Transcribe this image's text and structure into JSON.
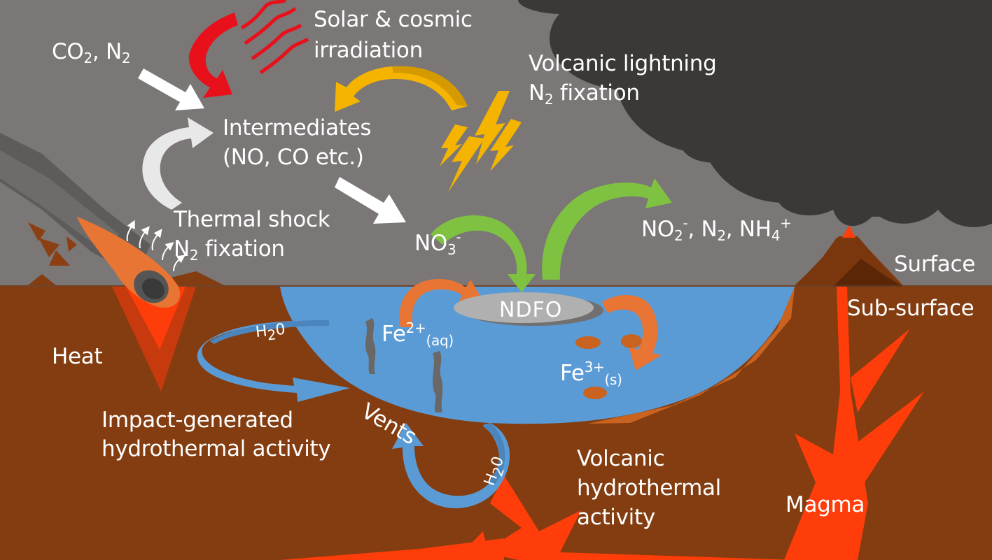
{
  "labels": {
    "co2_n2": {
      "a": "CO",
      "a_sub": "2",
      "b": ", N",
      "b_sub": "2"
    },
    "solar_line1": "Solar & cosmic",
    "solar_line2": "irradiation",
    "lightning_line1": "Volcanic lightning",
    "lightning_line2_a": "N",
    "lightning_line2_sub": "2",
    "lightning_line2_b": " fixation",
    "intermediates_line1": "Intermediates",
    "intermediates_line2": "(NO, CO etc.)",
    "thermal_line1": "Thermal shock",
    "thermal_line2_a": "N",
    "thermal_line2_sub": "2",
    "thermal_line2_b": " fixation",
    "no3": {
      "a": "NO",
      "sub": "3",
      "sup": "-"
    },
    "products": {
      "a": "NO",
      "a_sub": "2",
      "a_sup": "-",
      "b": ", N",
      "b_sub": "2",
      "c": ", NH",
      "c_sub": "4",
      "c_sup": "+"
    },
    "surface": "Surface",
    "subsurface": "Sub-surface",
    "heat": "Heat",
    "h2o_left": {
      "a": "H",
      "sub": "2",
      "b": "0"
    },
    "h2o_bottom": {
      "a": "H",
      "sub": "2",
      "b": "0"
    },
    "fe2": {
      "a": "Fe",
      "sup": "2+",
      "sub": "(aq)"
    },
    "fe3": {
      "a": "Fe",
      "sup": "3+",
      "sub": "(s)"
    },
    "ndfo": "NDFO",
    "vents": "Vents",
    "impact_line1": "Impact-generated",
    "impact_line2": "hydrothermal activity",
    "volcanic_line1": "Volcanic",
    "volcanic_line2": "hydrothermal",
    "volcanic_line3": "activity",
    "magma": "Magma"
  },
  "colors": {
    "sky": "#7a7776",
    "cloud": "#3a3937",
    "ground": "#833d10",
    "water": "#5b9bd5",
    "magma": "#ff3d0a",
    "red_arrow": "#e8101a",
    "yellow_arrow": "#f4b400",
    "green_arrow": "#7fc241",
    "orange_arrow": "#e87533",
    "white_arrow": "#ffffff"
  }
}
